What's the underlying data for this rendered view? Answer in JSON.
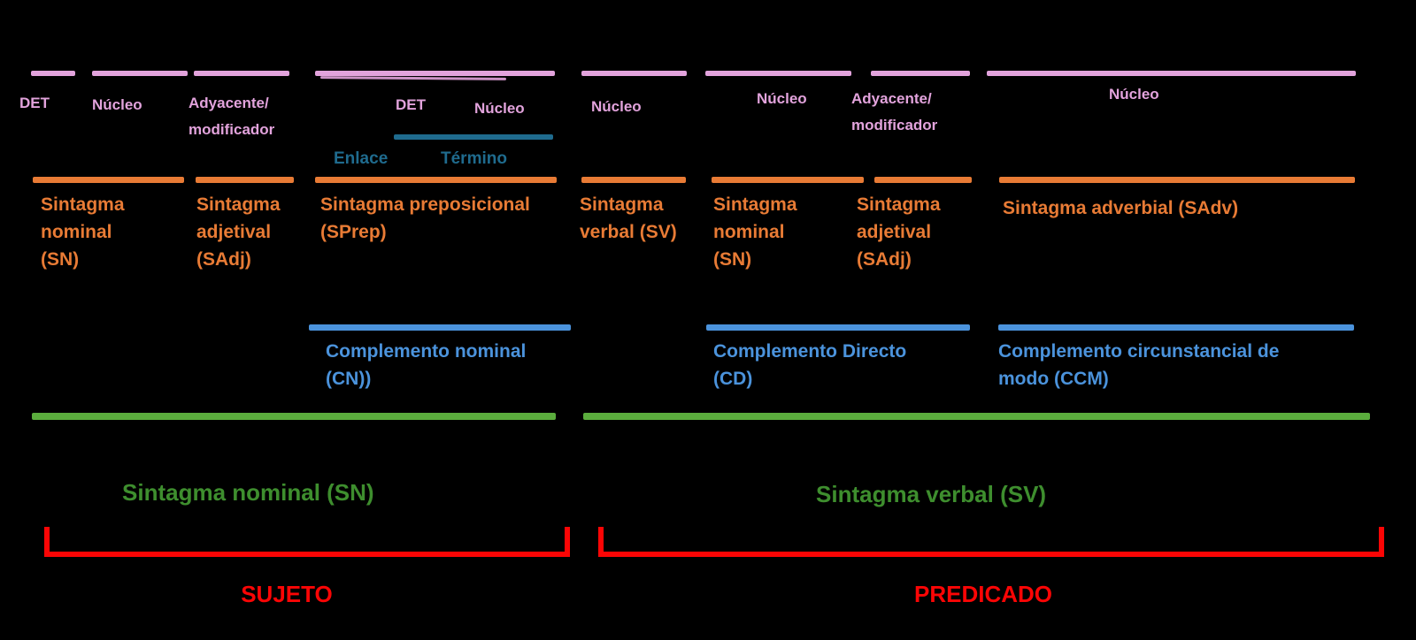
{
  "diagram_title": "Spanish sentence syntax analysis diagram",
  "colors": {
    "background": "#000000",
    "pink_functions": "#E2A3DC",
    "teal_sprep_inner": "#1F6B8E",
    "orange_phrases": "#E87B35",
    "blue_complements": "#4B93DC",
    "green_line": "#5BAD3D",
    "green_text": "#3E8E2E",
    "red_roles": "#FB0505"
  },
  "tier1_syntactic_functions": {
    "items": [
      {
        "label": "DET"
      },
      {
        "label": "Núcleo"
      },
      {
        "label": "Adyacente/\nmodificador"
      },
      {
        "label": "DET"
      },
      {
        "label": "Núcleo"
      },
      {
        "label": "Núcleo"
      },
      {
        "label": "Núcleo"
      },
      {
        "label": "Adyacente/\nmodificador"
      },
      {
        "label": "Núcleo"
      }
    ]
  },
  "sprep_inner": {
    "enlace_label": "Enlace",
    "termino_label": "Término"
  },
  "tier2_phrases": {
    "items": [
      {
        "label": "Sintagma\nnominal\n(SN)"
      },
      {
        "label": "Sintagma\nadjetival\n(SAdj)"
      },
      {
        "label": "Sintagma preposicional\n(SPrep)"
      },
      {
        "label": "Sintagma\nverbal (SV)"
      },
      {
        "label": "Sintagma\nnominal\n(SN)"
      },
      {
        "label": "Sintagma\nadjetival\n(SAdj)"
      },
      {
        "label": "Sintagma adverbial (SAdv)"
      }
    ]
  },
  "tier3_complements": {
    "items": [
      {
        "label": "Complemento nominal\n(CN))"
      },
      {
        "label": "Complemento Directo\n(CD)"
      },
      {
        "label": "Complemento circunstancial de\nmodo (CCM)"
      }
    ]
  },
  "tier4_groups": {
    "items": [
      {
        "label": "Sintagma nominal (SN)"
      },
      {
        "label": "Sintagma verbal (SV)"
      }
    ]
  },
  "tier5_roles": {
    "sujeto_label": "SUJETO",
    "predicado_label": "PREDICADO"
  }
}
